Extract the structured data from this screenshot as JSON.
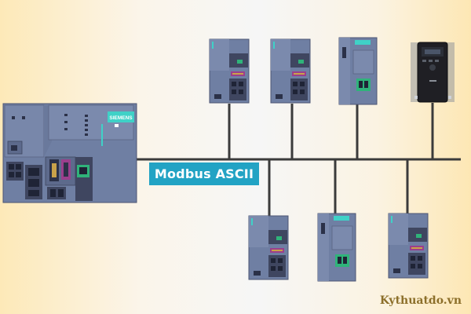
{
  "diagram": {
    "bus_label": "Modbus ASCII",
    "plc_brand": "SIEMENS",
    "watermark": "Kythuatdo.vn"
  },
  "colors": {
    "module_blue": "#6f7fa3",
    "module_dark": "#3f4660",
    "bus_line": "#3b3b3b",
    "label_bg": "#22a3c4",
    "accent_green": "#2fb37a",
    "accent_teal": "#3fd1c7",
    "accent_magenta": "#9b3f8c",
    "vfd_body": "#1f1f24"
  },
  "devices": [
    {
      "id": "plc-cpu",
      "kind": "PLC CPU (Siemens S7-1500)",
      "position": "left"
    },
    {
      "id": "et200-top-1",
      "kind": "ET200SP interface module",
      "position": "top"
    },
    {
      "id": "et200-top-2",
      "kind": "ET200SP interface module",
      "position": "top"
    },
    {
      "id": "cm-top",
      "kind": "Communication module",
      "position": "top"
    },
    {
      "id": "vfd",
      "kind": "Variable frequency drive",
      "position": "top"
    },
    {
      "id": "et200-bot-1",
      "kind": "ET200SP interface module",
      "position": "bottom"
    },
    {
      "id": "cm-bot",
      "kind": "Communication module",
      "position": "bottom"
    },
    {
      "id": "et200-bot-2",
      "kind": "ET200SP interface module",
      "position": "bottom"
    }
  ]
}
